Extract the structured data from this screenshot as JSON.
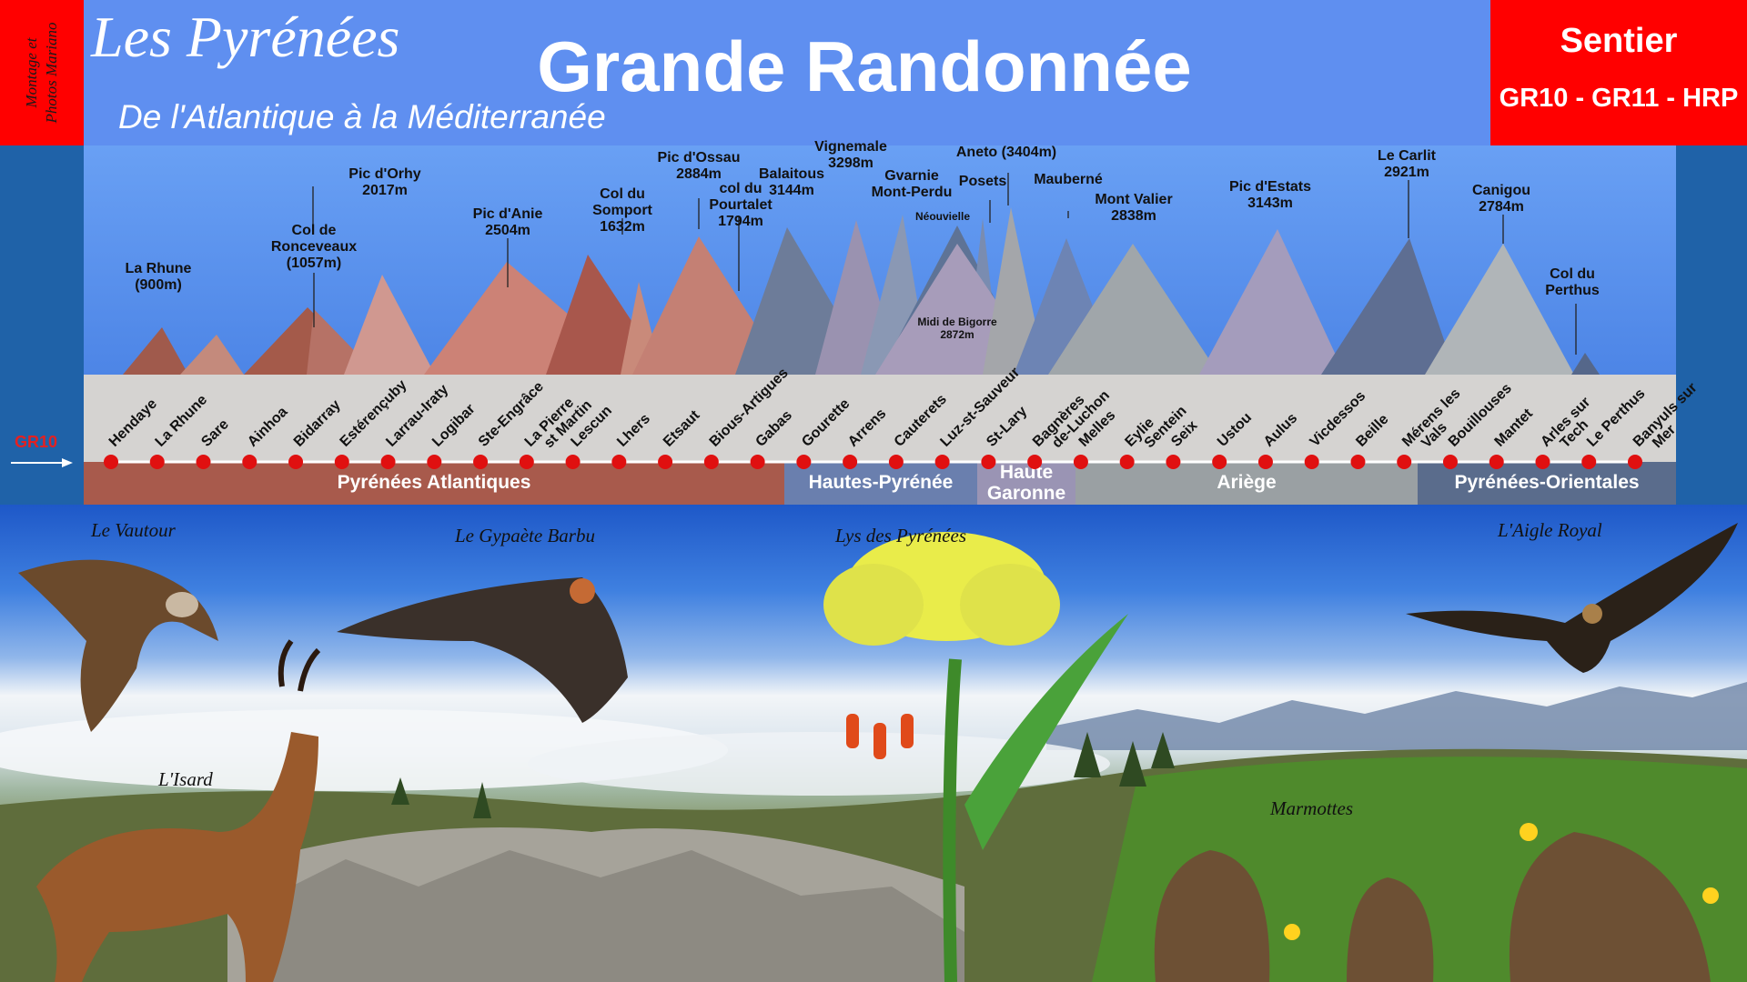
{
  "header": {
    "credit_line1": "Montage et",
    "credit_line2": "Photos Mariano",
    "brand": "Les Pyrénées",
    "title": "Grande Randonnée",
    "subtitle": "De l'Atlantique à la Méditerranée",
    "sentier_label": "Sentier",
    "sentier_routes": "GR10 - GR11 - HRP"
  },
  "trail": {
    "label": "GR10",
    "stops": [
      "Hendaye",
      "La Rhune",
      "Sare",
      "Ainhoa",
      "Bidarray",
      "Estérençuby",
      "Larrau-Iraty",
      "Logibar",
      "Ste-Engrâce",
      "La Pierre st Martin",
      "Lescun",
      "Lhers",
      "Etsaut",
      "Bious-Artigues",
      "Gabas",
      "Gourette",
      "Arrens",
      "Cauterets",
      "Luz-st-Sauveur",
      "St-Lary",
      "Bagnères de-Luchon",
      "Melles",
      "Eylie Sentein",
      "Seix",
      "Ustou",
      "Aulus",
      "Vicdessos",
      "Beille",
      "Mérens les Vals",
      "Bouillouses",
      "Mantet",
      "Arles sur Tech",
      "Le Perthus",
      "Banyuls sur Mer"
    ]
  },
  "regions": [
    {
      "label": "Pyrénées Atlantiques",
      "color": "#a85a4c"
    },
    {
      "label": "Hautes-Pyrénée",
      "color": "#6a7fae"
    },
    {
      "label": "Haute Garonne",
      "color": "#9a94b4"
    },
    {
      "label": "Ariège",
      "color": "#9aa0a3"
    },
    {
      "label": "Pyrénées-Orientales",
      "color": "#5a6c8c"
    }
  ],
  "peaks": [
    {
      "name": "La Rhune",
      "alt": "(900m)"
    },
    {
      "name": "Col de Ronceveaux",
      "alt": "(1057m)"
    },
    {
      "name": "Pic d'Orhy",
      "alt": "2017m"
    },
    {
      "name": "Pic d'Anie",
      "alt": "2504m"
    },
    {
      "name": "Col du Somport",
      "alt": "1632m"
    },
    {
      "name": "Pic d'Ossau",
      "alt": "2884m"
    },
    {
      "name": "col du Pourtalet",
      "alt": "1794m"
    },
    {
      "name": "Balaitous",
      "alt": "3144m"
    },
    {
      "name": "Vignemale",
      "alt": "3298m"
    },
    {
      "name": "Gvarnie Mont-Perdu",
      "alt": ""
    },
    {
      "name": "Néouvielle",
      "alt": ""
    },
    {
      "name": "Aneto (3404m)",
      "alt": ""
    },
    {
      "name": "Posets",
      "alt": ""
    },
    {
      "name": "Mauberné",
      "alt": ""
    },
    {
      "name": "Midi de Bigorre",
      "alt": "2872m"
    },
    {
      "name": "Mont Valier",
      "alt": "2838m"
    },
    {
      "name": "Pic d'Estats",
      "alt": "3143m"
    },
    {
      "name": "Le Carlit",
      "alt": "2921m"
    },
    {
      "name": "Canigou",
      "alt": "2784m"
    },
    {
      "name": "Col du Perthus",
      "alt": ""
    }
  ],
  "photo_labels": {
    "vautour": "Le Vautour",
    "gypaete": "Le Gypaète Barbu",
    "lys": "Lys des Pyrénées",
    "aigle": "L'Aigle Royal",
    "isard": "L'Isard",
    "marmottes": "Marmottes"
  },
  "colors": {
    "trail_dot": "#e01010",
    "title_red": "#ff0000",
    "header_blue": "#5f8ff0"
  }
}
